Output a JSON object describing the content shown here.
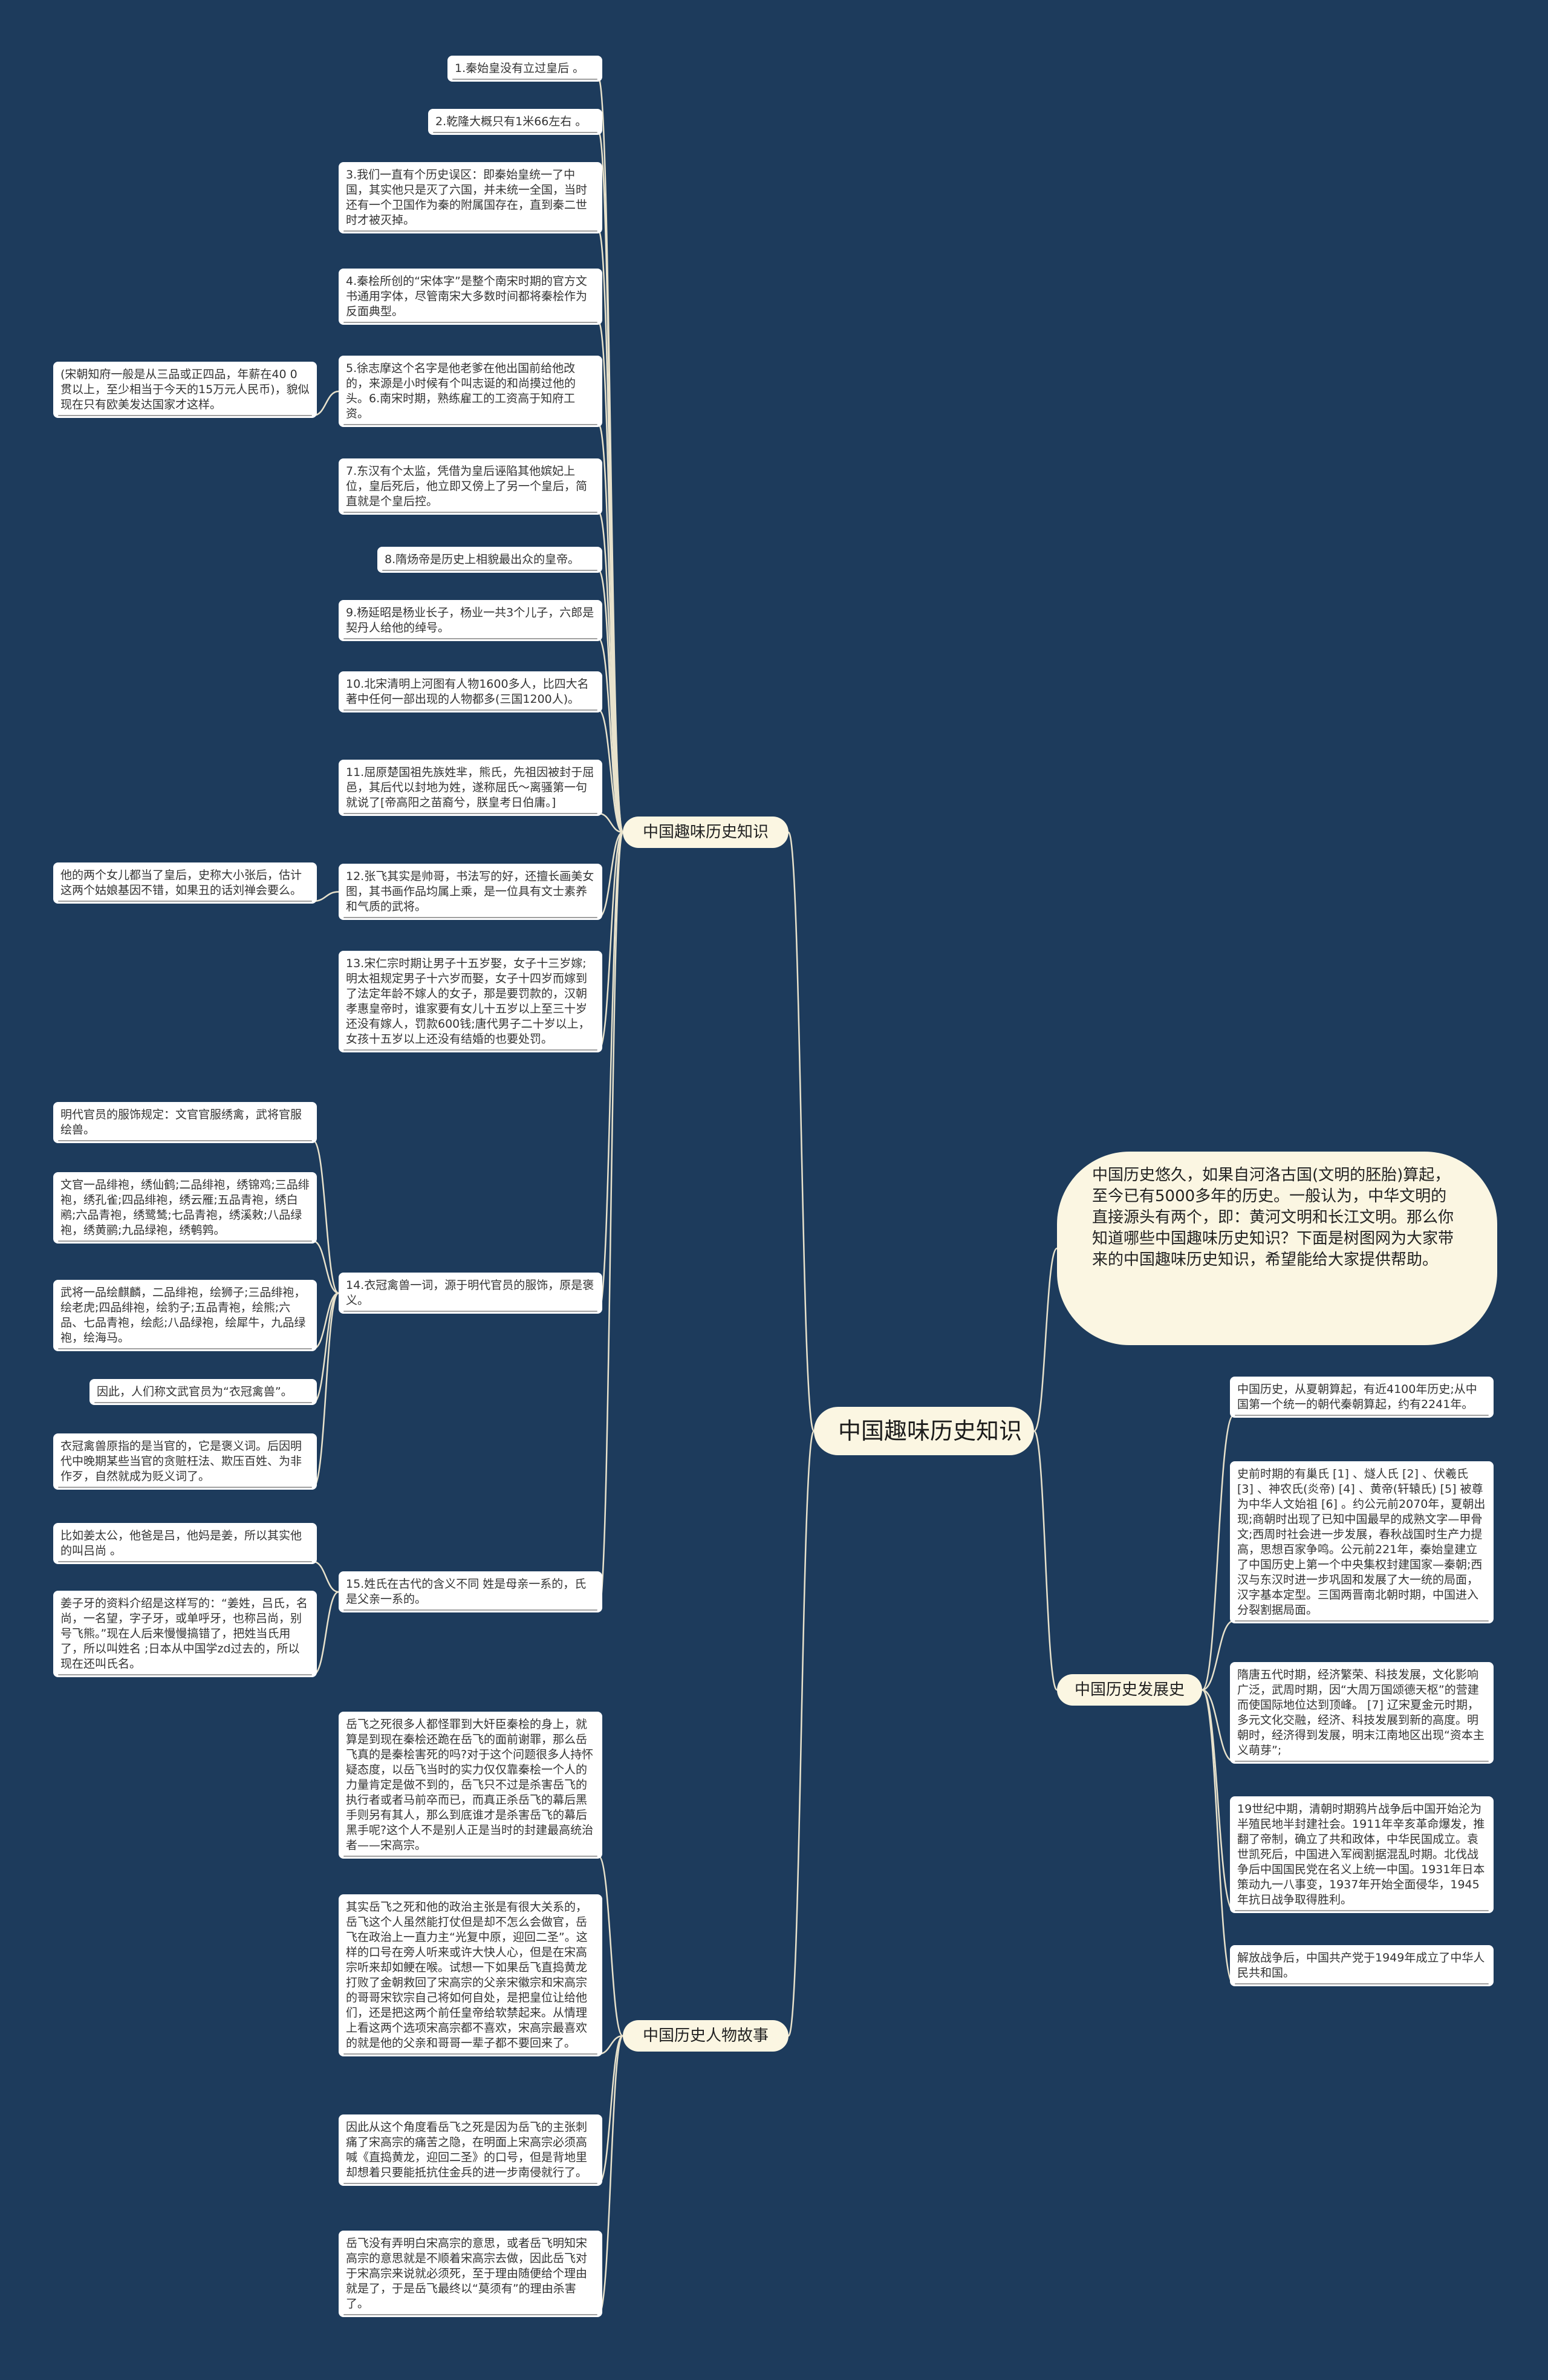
{
  "root": "中国趣味历史知识",
  "intro": "中国历史悠久，如果自河洛古国(文明的胚胎)算起，至今已有5000多年的历史。一般认为，中华文明的直接源头有两个，即：黄河文明和长江文明。那么你知道哪些中国趣味历史知识？下面是树图网为大家带来的中国趣味历史知识，希望能给大家提供帮助。",
  "branches": {
    "trivia": "中国趣味历史知识",
    "development": "中国历史发展史",
    "stories": "中国历史人物故事"
  },
  "trivia": [
    "1.秦始皇没有立过皇后 。",
    "2.乾隆大概只有1米66左右 。",
    "3.我们一直有个历史误区：即秦始皇统一了中国，其实他只是灭了六国，并未统一全国，当时还有一个卫国作为秦的附属国存在，直到秦二世时才被灭掉。",
    "4.秦桧所创的“宋体字”是整个南宋时期的官方文书通用字体，尽管南宋大多数时间都将秦桧作为反面典型。",
    "5.徐志摩这个名字是他老爹在他出国前给他改的，来源是小时候有个叫志诞的和尚摸过他的头。6.南宋时期，熟练雇工的工资高于知府工资。",
    "7.东汉有个太监，凭借为皇后诬陷其他嫔妃上位，皇后死后，他立即又傍上了另一个皇后，简直就是个皇后控。",
    "8.隋炀帝是历史上相貌最出众的皇帝。",
    "9.杨延昭是杨业长子，杨业一共3个儿子，六郎是契丹人给他的绰号。",
    "10.北宋清明上河图有人物1600多人，比四大名著中任何一部出现的人物都多(三国1200人)。",
    "11.屈原楚国祖先族姓芈，熊氏，先祖因被封于屈邑，其后代以封地为姓，遂称屈氏～离骚第一句就说了[帝高阳之苗裔兮，朕皇考日伯庸。]",
    "12.张飞其实是帅哥，书法写的好，还擅长画美女图，其书画作品均属上乘，是一位具有文士素养和气质的武将。",
    "13.宋仁宗时期让男子十五岁娶，女子十三岁嫁;明太祖规定男子十六岁而娶，女子十四岁而嫁到了法定年龄不嫁人的女子，那是要罚款的，汉朝孝惠皇帝时，谁家要有女儿十五岁以上至三十岁还没有嫁人，罚款600钱;唐代男子二十岁以上，女孩十五岁以上还没有结婚的也要处罚。",
    "14.衣冠禽兽一词，源于明代官员的服饰，原是褒义。",
    "15.姓氏在古代的含义不同 姓是母亲一系的，氏是父亲一系的。"
  ],
  "trivia_notes": {
    "note5": "(宋朝知府一般是从三品或正四品，年薪在40 0 贯以上，至少相当于今天的15万元人民币)，貌似现在只有欧美发达国家才这样。",
    "note12": "他的两个女儿都当了皇后，史称大小张后，估计这两个姑娘基因不错，如果丑的话刘禅会要么。",
    "note14": [
      "明代官员的服饰规定：文官官服绣禽，武将官服绘兽。",
      "文官一品绯袍，绣仙鹤;二品绯袍，绣锦鸡;三品绯袍，绣孔雀;四品绯袍，绣云雁;五品青袍，绣白鹇;六品青袍，绣鹭鸶;七品青袍，绣溪敕;八品绿袍，绣黄鹂;九品绿袍，绣鹌鹑。",
      "武将一品绘麒麟，二品绯袍，绘狮子;三品绯袍，绘老虎;四品绯袍，绘豹子;五品青袍，绘熊;六品、七品青袍，绘彪;八品绿袍，绘犀牛，九品绿袍，绘海马。",
      "因此，人们称文武官员为“衣冠禽兽”。",
      "衣冠禽兽原指的是当官的，它是褒义词。后因明代中晚期某些当官的贪赃枉法、欺压百姓、为非作歹，自然就成为贬义词了。"
    ],
    "note15": [
      "比如姜太公，他爸是吕，他妈是姜，所以其实他的叫吕尚 。",
      "姜子牙的资料介绍是这样写的：“姜姓，吕氏，名尚，一名望，字子牙，或单呼牙，也称吕尚，别号飞熊。”现在人后来慢慢搞错了，把姓当氏用了，所以叫姓名 ;日本从中国学zd过去的，所以现在还叫氏名。"
    ]
  },
  "development": [
    "中国历史，从夏朝算起，有近4100年历史;从中国第一个统一的朝代秦朝算起，约有2241年。",
    "史前时期的有巢氏 [1] 、燧人氏 [2] 、伏羲氏 [3] 、神农氏(炎帝) [4] 、黄帝(轩辕氏) [5] 被尊为中华人文始祖 [6] 。约公元前2070年，夏朝出现;商朝时出现了已知中国最早的成熟文字—甲骨文;西周时社会进一步发展，春秋战国时生产力提高，思想百家争鸣。公元前221年，秦始皇建立了中国历史上第一个中央集权封建国家—秦朝;西汉与东汉时进一步巩固和发展了大一统的局面，汉字基本定型。三国两晋南北朝时期，中国进入分裂割据局面。",
    "隋唐五代时期，经济繁荣、科技发展，文化影响广泛，武周时期，因“大周万国颂德天枢”的营建而使国际地位达到顶峰。 [7] 辽宋夏金元时期，多元文化交融，经济、科技发展到新的高度。明朝时，经济得到发展，明末江南地区出现“资本主义萌芽”;",
    "19世纪中期，清朝时期鸦片战争后中国开始沦为半殖民地半封建社会。1911年辛亥革命爆发，推翻了帝制，确立了共和政体，中华民国成立。袁世凯死后，中国进入军阀割据混乱时期。北伐战争后中国国民党在名义上统一中国。1931年日本策动九一八事变，1937年开始全面侵华，1945年抗日战争取得胜利。",
    "解放战争后，中国共产党于1949年成立了中华人民共和国。"
  ],
  "stories": [
    "岳飞之死很多人都怪罪到大奸臣秦桧的身上，就算是到现在秦桧还跪在岳飞的面前谢罪，那么岳飞真的是秦桧害死的吗?对于这个问题很多人持怀疑态度，以岳飞当时的实力仅仅靠秦桧一个人的力量肯定是做不到的，岳飞只不过是杀害岳飞的执行者或者马前卒而已，而真正杀岳飞的幕后黑手则另有其人，那么到底谁才是杀害岳飞的幕后黑手呢?这个人不是别人正是当时的封建最高统治者——宋高宗。",
    "其实岳飞之死和他的政治主张是有很大关系的，岳飞这个人虽然能打仗但是却不怎么会做官，岳飞在政治上一直力主“光复中原，迎回二圣”。这样的口号在旁人听来或许大快人心，但是在宋高宗听来却如鲠在喉。试想一下如果岳飞直捣黄龙打败了金朝救回了宋高宗的父亲宋徽宗和宋高宗的哥哥宋钦宗自己将如何自处，是把皇位让给他们，还是把这两个前任皇帝给软禁起来。从情理上看这两个选项宋高宗都不喜欢，宋高宗最喜欢的就是他的父亲和哥哥一辈子都不要回来了。",
    "因此从这个角度看岳飞之死是因为岳飞的主张刺痛了宋高宗的痛苦之隐，在明面上宋高宗必须高喊《直捣黄龙，迎回二圣》的口号，但是背地里却想着只要能抵抗住金兵的进一步南侵就行了。",
    "岳飞没有弄明白宋高宗的意思，或者岳飞明知宋高宗的意思就是不顺着宋高宗去做，因此岳飞对于宋高宗来说就必须死，至于理由随便给个理由就是了，于是岳飞最终以“莫须有”的理由杀害了。"
  ],
  "colors": {
    "background": "#1d3b5c",
    "node": "#ffffff",
    "highlight": "#fbf6e2",
    "connector": "#e8e2cc"
  }
}
